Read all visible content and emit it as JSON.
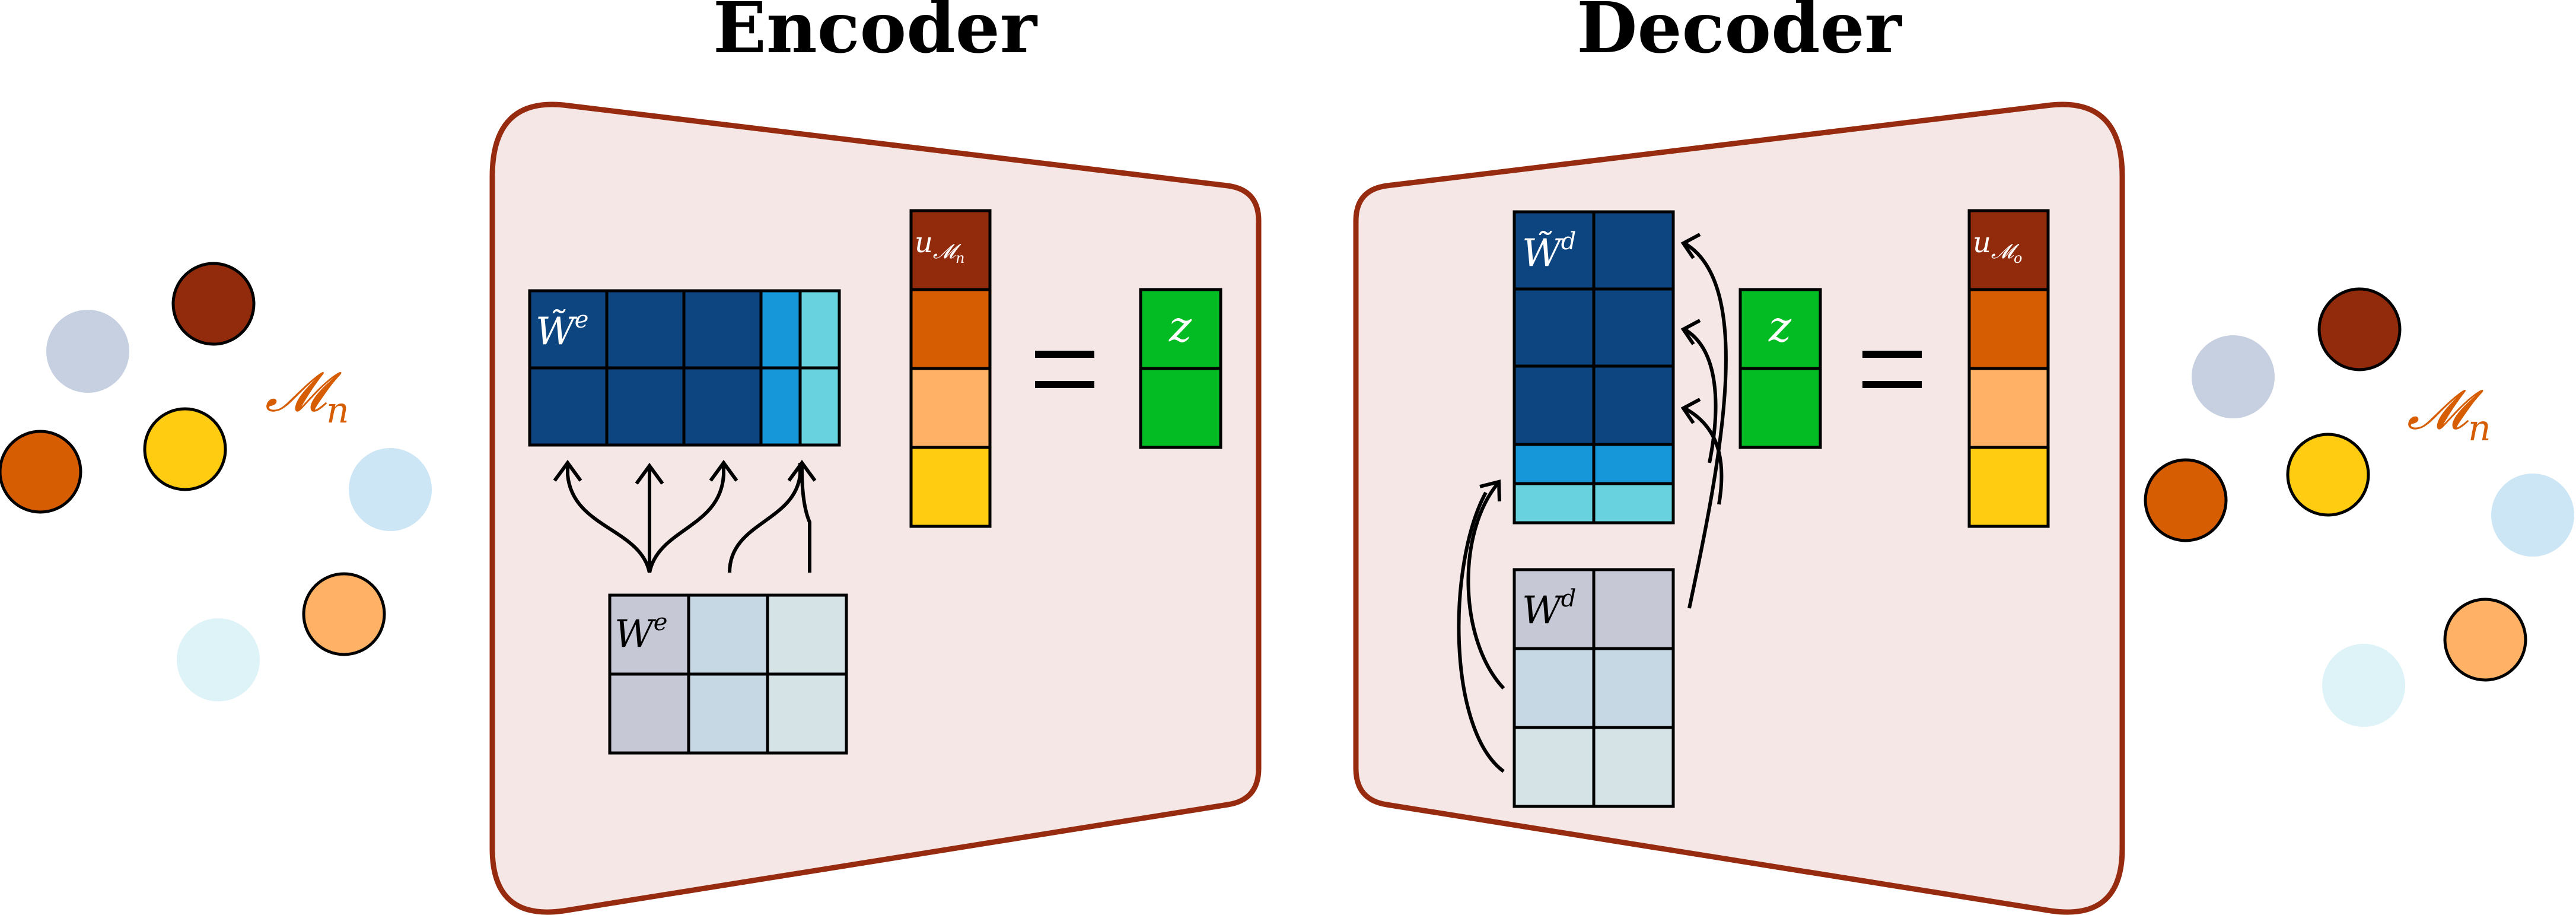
{
  "titles": {
    "encoder": "Encoder",
    "decoder": "Decoder"
  },
  "labels": {
    "w_tilde_e": "W̃",
    "w_tilde_e_sup": "e",
    "w_e": "W",
    "w_e_sup": "e",
    "w_tilde_d": "W̃",
    "w_tilde_d_sup": "d",
    "w_d": "W",
    "w_d_sup": "d",
    "u_left": "u",
    "u_left_sub": "𝓜",
    "u_left_subsub": "n",
    "u_right": "u",
    "u_right_sub": "𝓜",
    "u_right_subsub": "o",
    "z_left": "z",
    "z_right": "z",
    "m_left": "𝓜",
    "m_left_sub": "n",
    "m_right": "𝓜",
    "m_right_sub": "n"
  },
  "colors": {
    "panel_fill": "#f4e7e6",
    "panel_stroke": "#972b10",
    "dark_blue": "#0d4580",
    "mid_blue": "#1597da",
    "light_cyan": "#68d3de",
    "grey_a": "#c6c8d6",
    "grey_b": "#c6d8e4",
    "grey_c": "#d6e3e6",
    "u_red": "#922a0c",
    "u_orange": "#d65d02",
    "u_peach": "#ffb266",
    "u_yellow": "#ffcc11",
    "z_green": "#03bb23",
    "m_label": "#d65d02"
  }
}
